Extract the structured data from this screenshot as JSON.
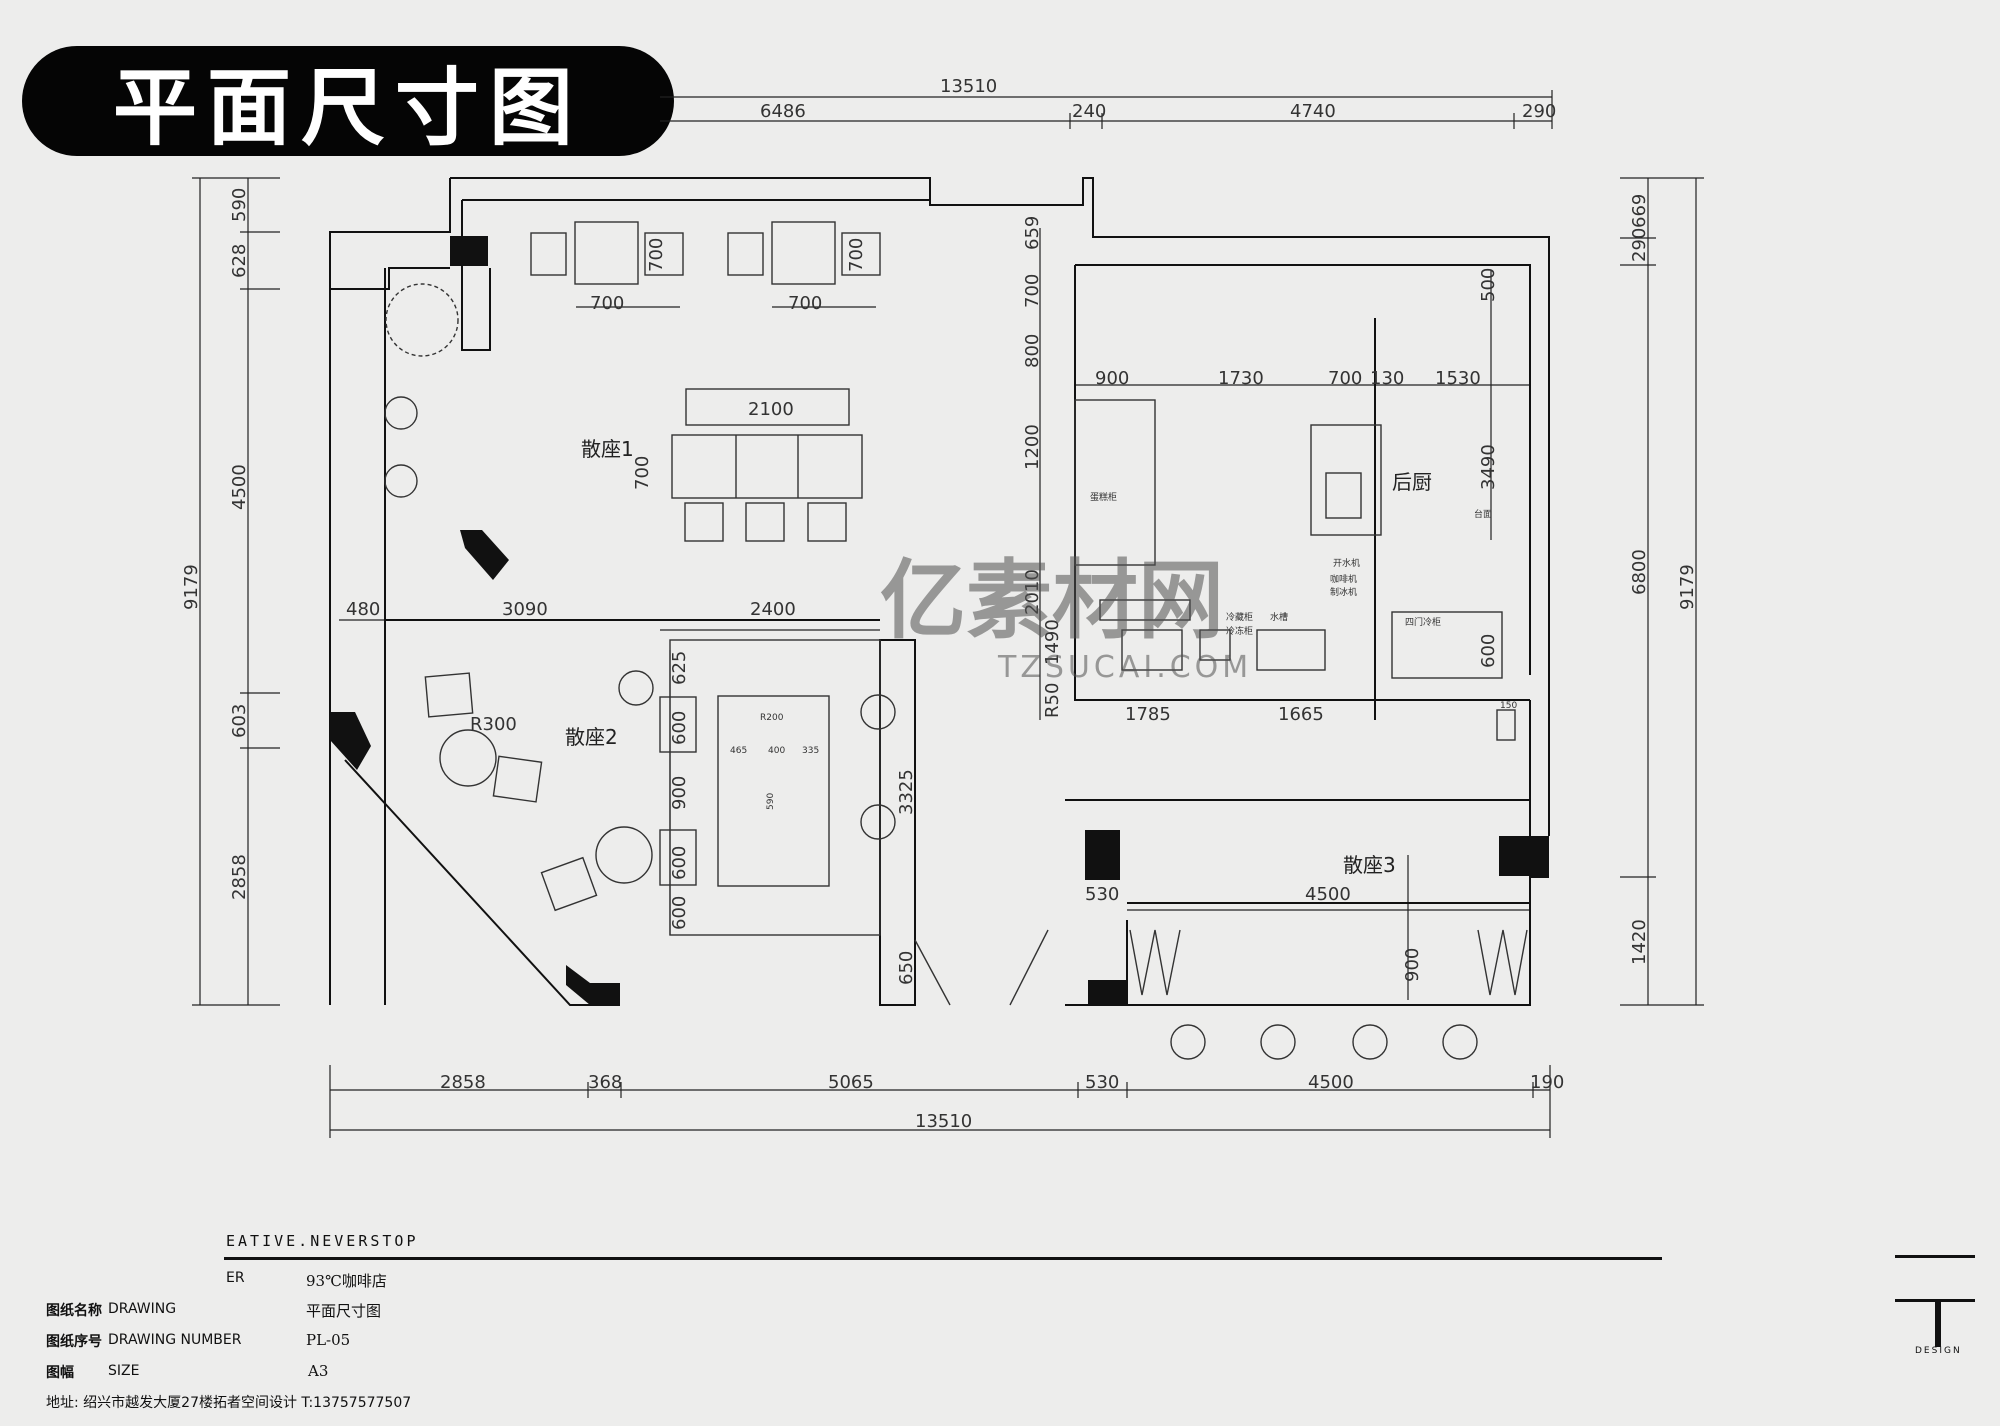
{
  "title": "平面尺寸图",
  "dimensions": {
    "top_total": "13510",
    "top_parts": [
      "6486",
      "240",
      "4740",
      "290"
    ],
    "bottom_total": "13510",
    "bottom_parts": [
      "2858",
      "368",
      "5065",
      "530",
      "4500",
      "190"
    ],
    "left_total": "9179",
    "left_parts": [
      "590",
      "628",
      "4500",
      "603",
      "2858"
    ],
    "right_total": "9179",
    "right_parts": [
      "669",
      "290",
      "6800",
      "1420"
    ],
    "interior": {
      "table_w1": "700",
      "table_w2": "700",
      "table_h1": "700",
      "table_h2": "700",
      "bench_len": "2100",
      "bench_depth": "700",
      "d480": "480",
      "d3090": "3090",
      "d2400": "2400",
      "d625": "625",
      "d600a": "600",
      "d900": "900",
      "d600b": "600",
      "d600c": "600",
      "r300": "R300",
      "r200": "R200",
      "d465": "465",
      "d400": "400",
      "d335": "335",
      "d590": "590",
      "d3325": "3325",
      "d650": "650",
      "r659": "659",
      "r700": "700",
      "r800": "800",
      "r1200": "1200",
      "r2010": "2010",
      "r1490": "1490",
      "r850": "R50",
      "k900": "900",
      "k1730": "1730",
      "k700": "700",
      "k130": "130",
      "k1530": "1530",
      "k500": "500",
      "k3490": "3490",
      "k600": "600",
      "k1785": "1785",
      "k1665": "1665",
      "k150": "150",
      "s530": "530",
      "s4500": "4500",
      "s900": "900"
    }
  },
  "rooms": {
    "seat1": "散座1",
    "seat2": "散座2",
    "seat3": "散座3",
    "kitchen": "后厨"
  },
  "kitchen_labels": {
    "cabinet": "蛋糕柜",
    "fridge": "四门冷柜",
    "counter": "台面",
    "small": [
      "开水机",
      "咖啡机",
      "制冰机",
      "冷藏柜",
      "冷冻柜",
      "水槽"
    ]
  },
  "titleblock": {
    "slogan": "EATIVE.NEVERSTOP",
    "project_label_fragment": "ER",
    "project_value": "93℃咖啡店",
    "drawing_label": "图纸名称",
    "drawing_label_en": "DRAWING",
    "drawing_value": "平面尺寸图",
    "number_label": "图纸序号",
    "number_label_en": "DRAWING NUMBER",
    "number_value": "PL-05",
    "size_label": "图幅",
    "size_label_en": "SIZE",
    "size_value": "A3",
    "address": "地址:   绍兴市越发大厦27楼拓者空间设计   T:13757577507",
    "logo_text": "DESIGN"
  },
  "watermark": {
    "brand": "亿素材网",
    "url": "TZSUCAI.COM"
  }
}
